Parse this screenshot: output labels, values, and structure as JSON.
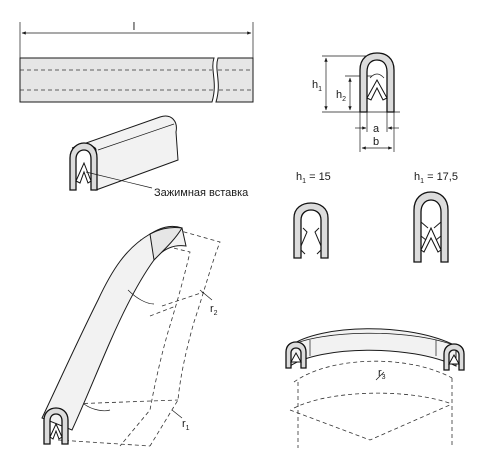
{
  "labels": {
    "length": "l",
    "h1_main": "h",
    "h1_main_sub": "1",
    "h2_main": "h",
    "h2_main_sub": "2",
    "a": "a",
    "b": "b",
    "insert_caption": "Зажимная вставка",
    "variant_left_h": "h",
    "variant_left_sub": "1",
    "variant_left_val": " = 15",
    "variant_right_h": "h",
    "variant_right_sub": "1",
    "variant_right_val": " = 17,5",
    "r1": "r",
    "r1_sub": "1",
    "r2": "r",
    "r2_sub": "2",
    "r3": "r",
    "r3_sub": "3"
  }
}
